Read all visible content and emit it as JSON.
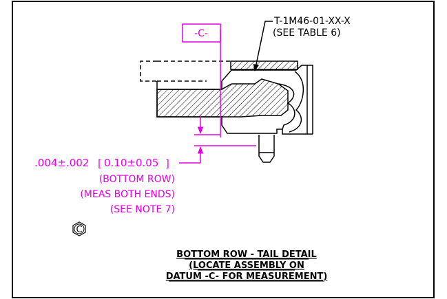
{
  "part_callout": {
    "line1": "T-1M46-01-XX-X",
    "line2": "(SEE TABLE 6)"
  },
  "datum_label": "-C-",
  "dimension": {
    "value": ".004±.002",
    "metric": "0.10±0.05",
    "line1": "(BOTTOM ROW)",
    "line2": "(MEAS BOTH ENDS)",
    "line3": "(SEE NOTE 7)"
  },
  "note_tag": "C",
  "caption": {
    "line1": "BOTTOM ROW - TAIL DETAIL",
    "line2": "(LOCATE ASSEMBLY ON",
    "line3": "DATUM -C- FOR MEASUREMENT)"
  },
  "colors": {
    "dimension": "#e600e6",
    "linework": "#000000",
    "background": "#ffffff"
  }
}
